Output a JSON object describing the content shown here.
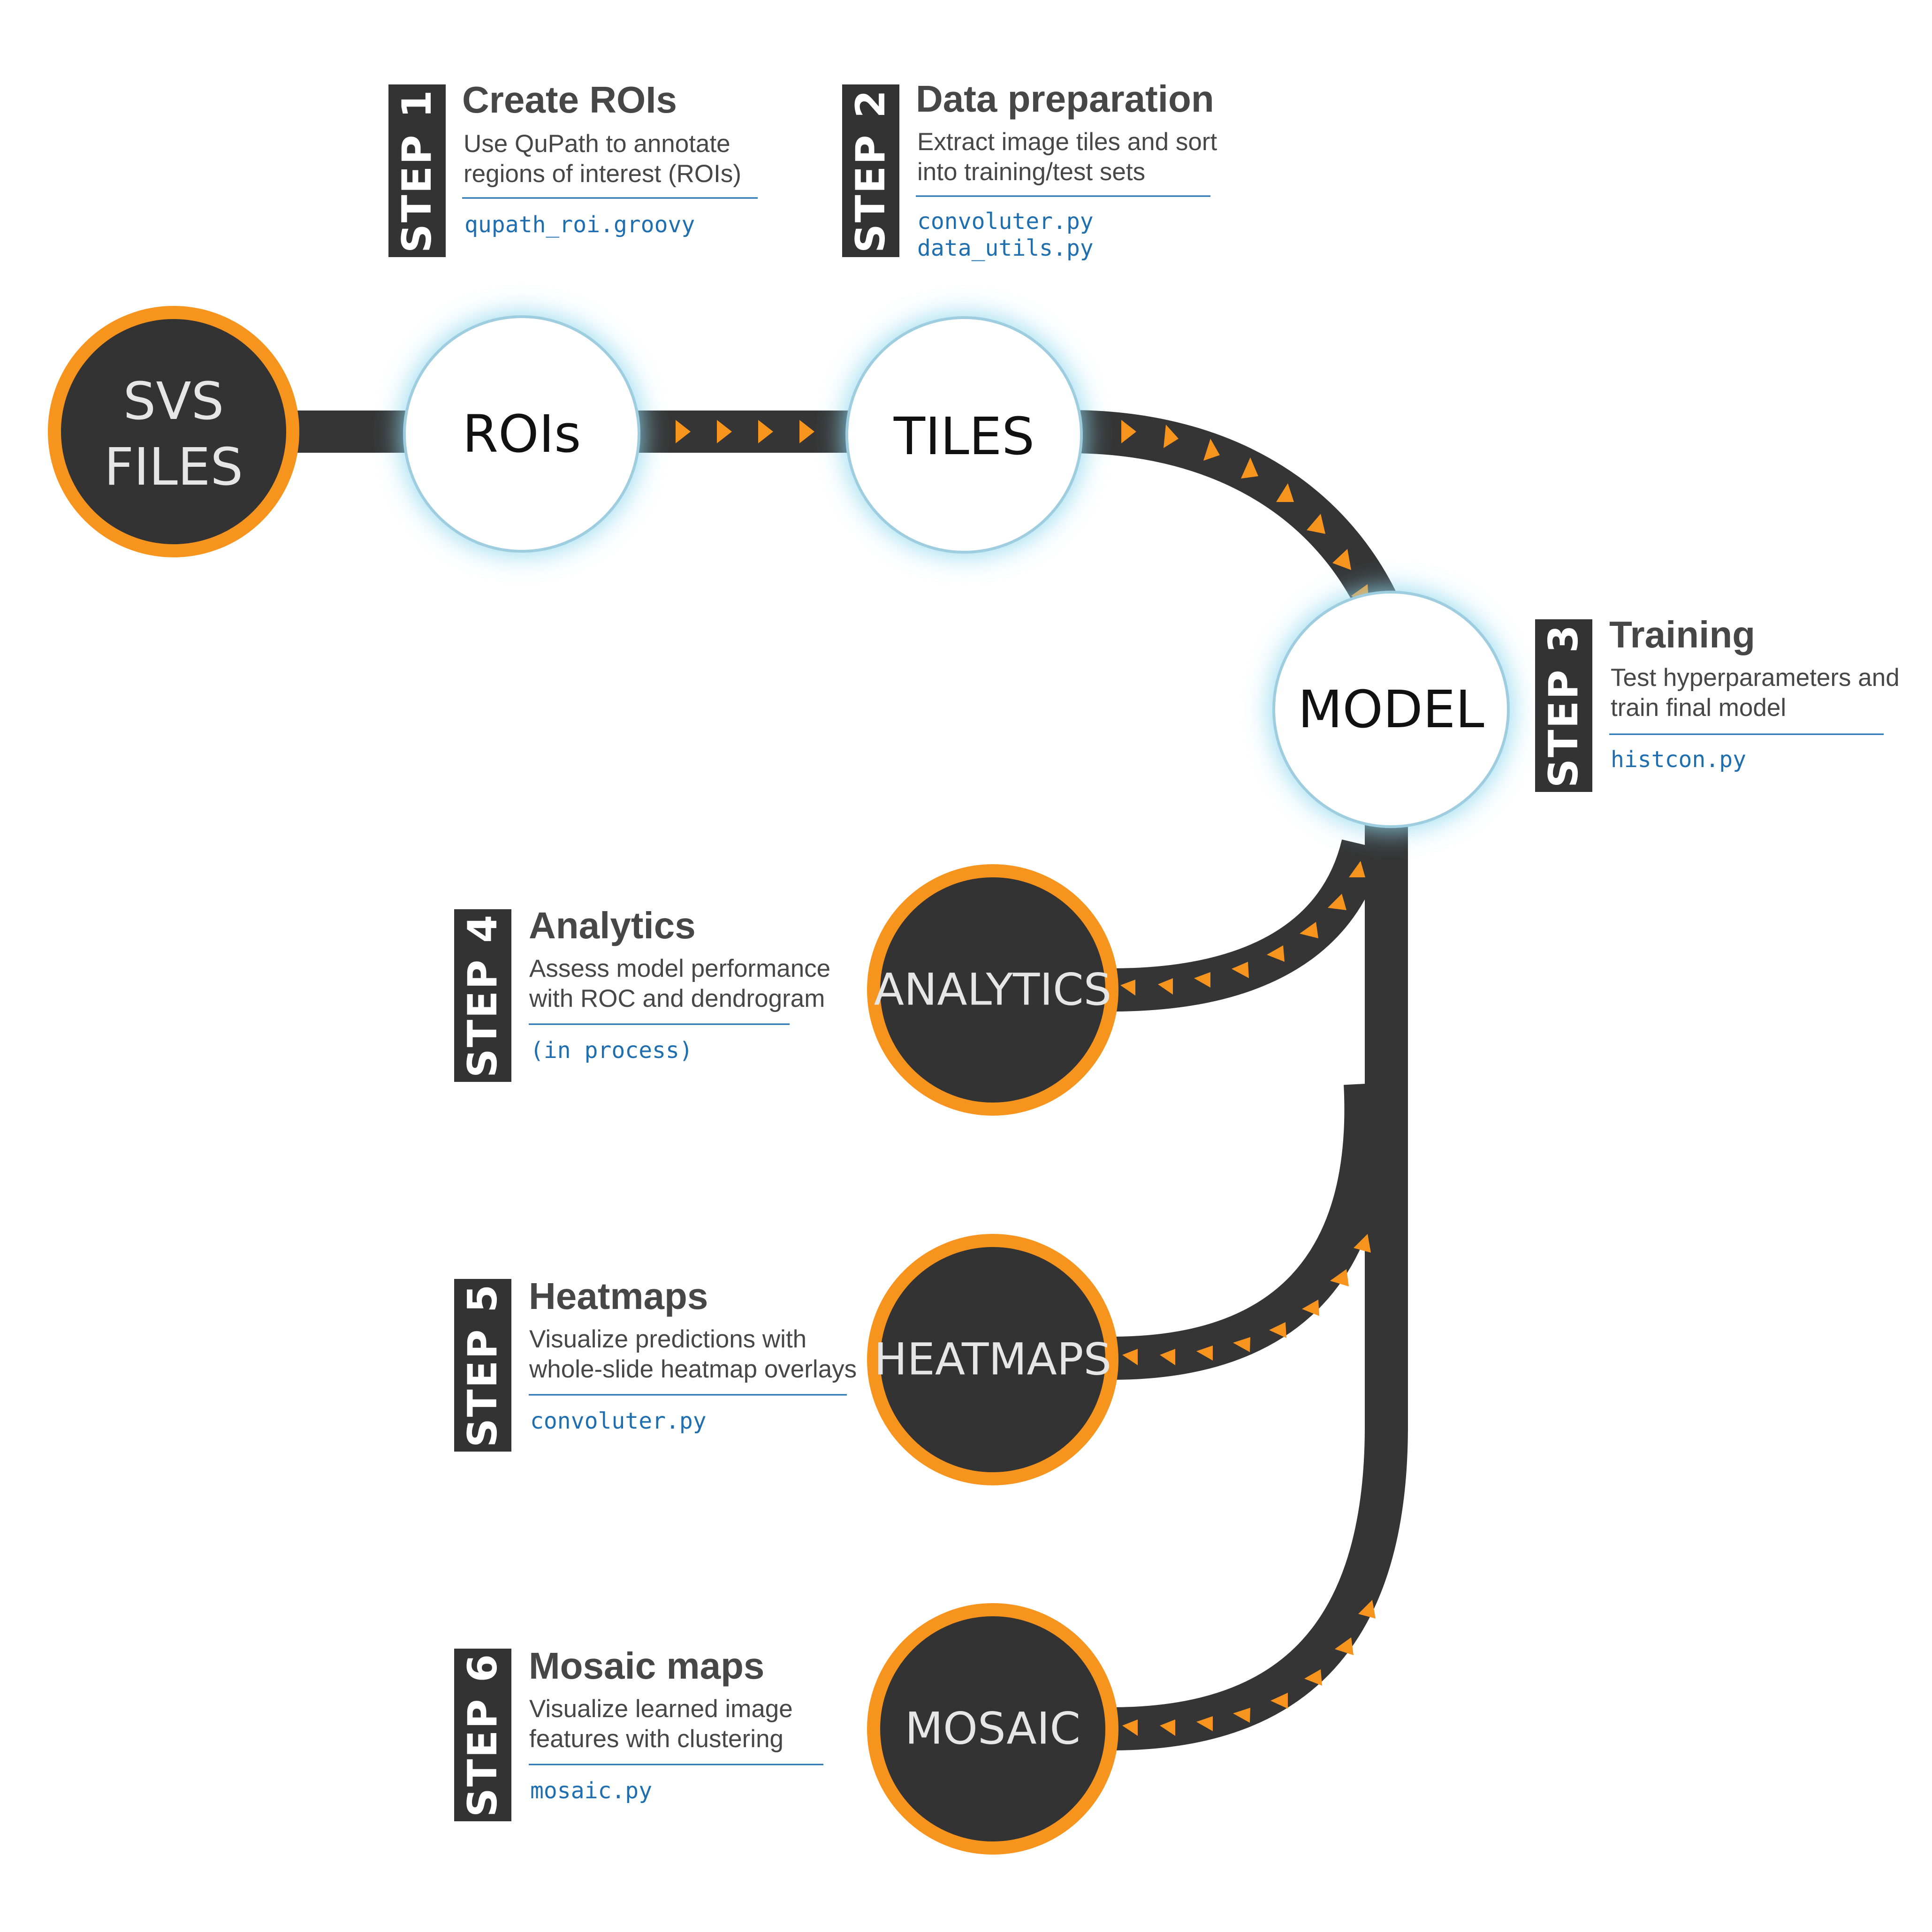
{
  "nodes": {
    "svs": {
      "lines": [
        "SVS",
        "FILES"
      ]
    },
    "rois": {
      "label": "ROIs"
    },
    "tiles": {
      "label": "TILES"
    },
    "model": {
      "label": "MODEL"
    },
    "analytics": {
      "label": "ANALYTICS"
    },
    "heatmaps": {
      "label": "HEATMAPS"
    },
    "mosaic": {
      "label": "MOSAIC"
    }
  },
  "steps": [
    {
      "badge": "STEP 1",
      "title": "Create ROIs",
      "desc": [
        "Use QuPath to annotate",
        "regions of interest (ROIs)"
      ],
      "code": [
        "qupath_roi.groovy"
      ]
    },
    {
      "badge": "STEP 2",
      "title": "Data preparation",
      "desc": [
        "Extract image tiles and sort",
        "into training/test sets"
      ],
      "code": [
        "convoluter.py",
        "data_utils.py"
      ]
    },
    {
      "badge": "STEP 3",
      "title": "Training",
      "desc": [
        "Test hyperparameters and",
        "train final model"
      ],
      "code": [
        "histcon.py"
      ]
    },
    {
      "badge": "STEP 4",
      "title": "Analytics",
      "desc": [
        "Assess model performance",
        "with  ROC and dendrogram"
      ],
      "code": [
        "(in process)"
      ]
    },
    {
      "badge": "STEP 5",
      "title": "Heatmaps",
      "desc": [
        "Visualize predictions with",
        "whole-slide heatmap overlays"
      ],
      "code": [
        "convoluter.py"
      ]
    },
    {
      "badge": "STEP 6",
      "title": "Mosaic maps",
      "desc": [
        "Visualize learned image",
        "features with clustering"
      ],
      "code": [
        "mosaic.py"
      ]
    }
  ],
  "colors": {
    "track": "#353535",
    "accent_orange": "#f7941d",
    "dark_node": "#333333",
    "glow": "#8fd8ee",
    "node_border": "#9fcde0",
    "badge": "#333333",
    "text": "#474747",
    "code": "#1f6fb0",
    "rule": "#1f6fb0"
  }
}
